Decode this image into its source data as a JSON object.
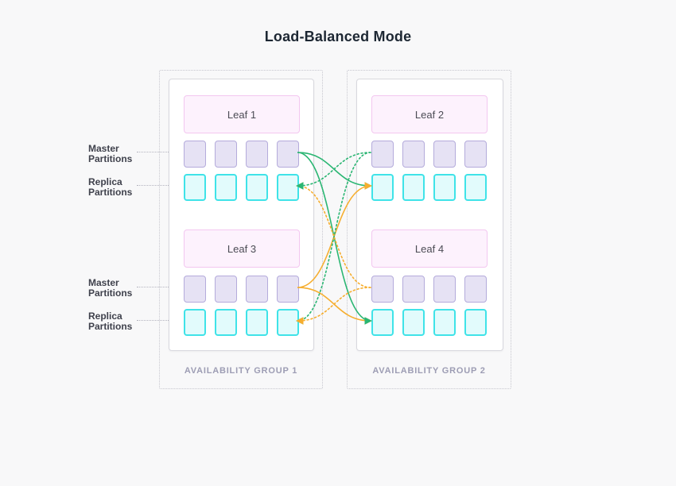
{
  "title": "Load-Balanced Mode",
  "labels": {
    "master": "Master Partitions",
    "replica": "Replica Partitions"
  },
  "groups": [
    {
      "caption": "AVAILABILITY GROUP 1",
      "leaves": [
        "Leaf 1",
        "Leaf 3"
      ]
    },
    {
      "caption": "AVAILABILITY GROUP 2",
      "leaves": [
        "Leaf 2",
        "Leaf 4"
      ]
    }
  ],
  "partitions_per_row": 4,
  "colors": {
    "green": "#2bb673",
    "orange": "#f6ae2f",
    "leaf_fill": "#fdf2fd",
    "leaf_border": "#f3c7f0",
    "master_fill": "#e6e2f4",
    "master_border": "#b4abdb",
    "replica_fill": "#e2fbfc",
    "replica_border": "#3fe3e8"
  },
  "connections": [
    {
      "from": "leaf1-master",
      "to": "leaf2-replica",
      "style": "solid",
      "color": "green"
    },
    {
      "from": "leaf3-master",
      "to": "leaf4-replica",
      "style": "solid",
      "color": "orange"
    },
    {
      "from": "leaf3-master",
      "to": "leaf2-replica",
      "style": "solid",
      "color": "orange"
    },
    {
      "from": "leaf1-master",
      "to": "leaf4-replica",
      "style": "solid",
      "color": "green"
    },
    {
      "from": "leaf2-master",
      "to": "leaf3-replica",
      "style": "dotted",
      "color": "green"
    },
    {
      "from": "leaf4-master",
      "to": "leaf1-replica",
      "style": "dotted",
      "color": "orange"
    },
    {
      "from": "leaf2-master",
      "to": "leaf1-replica",
      "style": "dotted",
      "color": "green"
    },
    {
      "from": "leaf4-master",
      "to": "leaf3-replica",
      "style": "dotted",
      "color": "orange"
    }
  ]
}
